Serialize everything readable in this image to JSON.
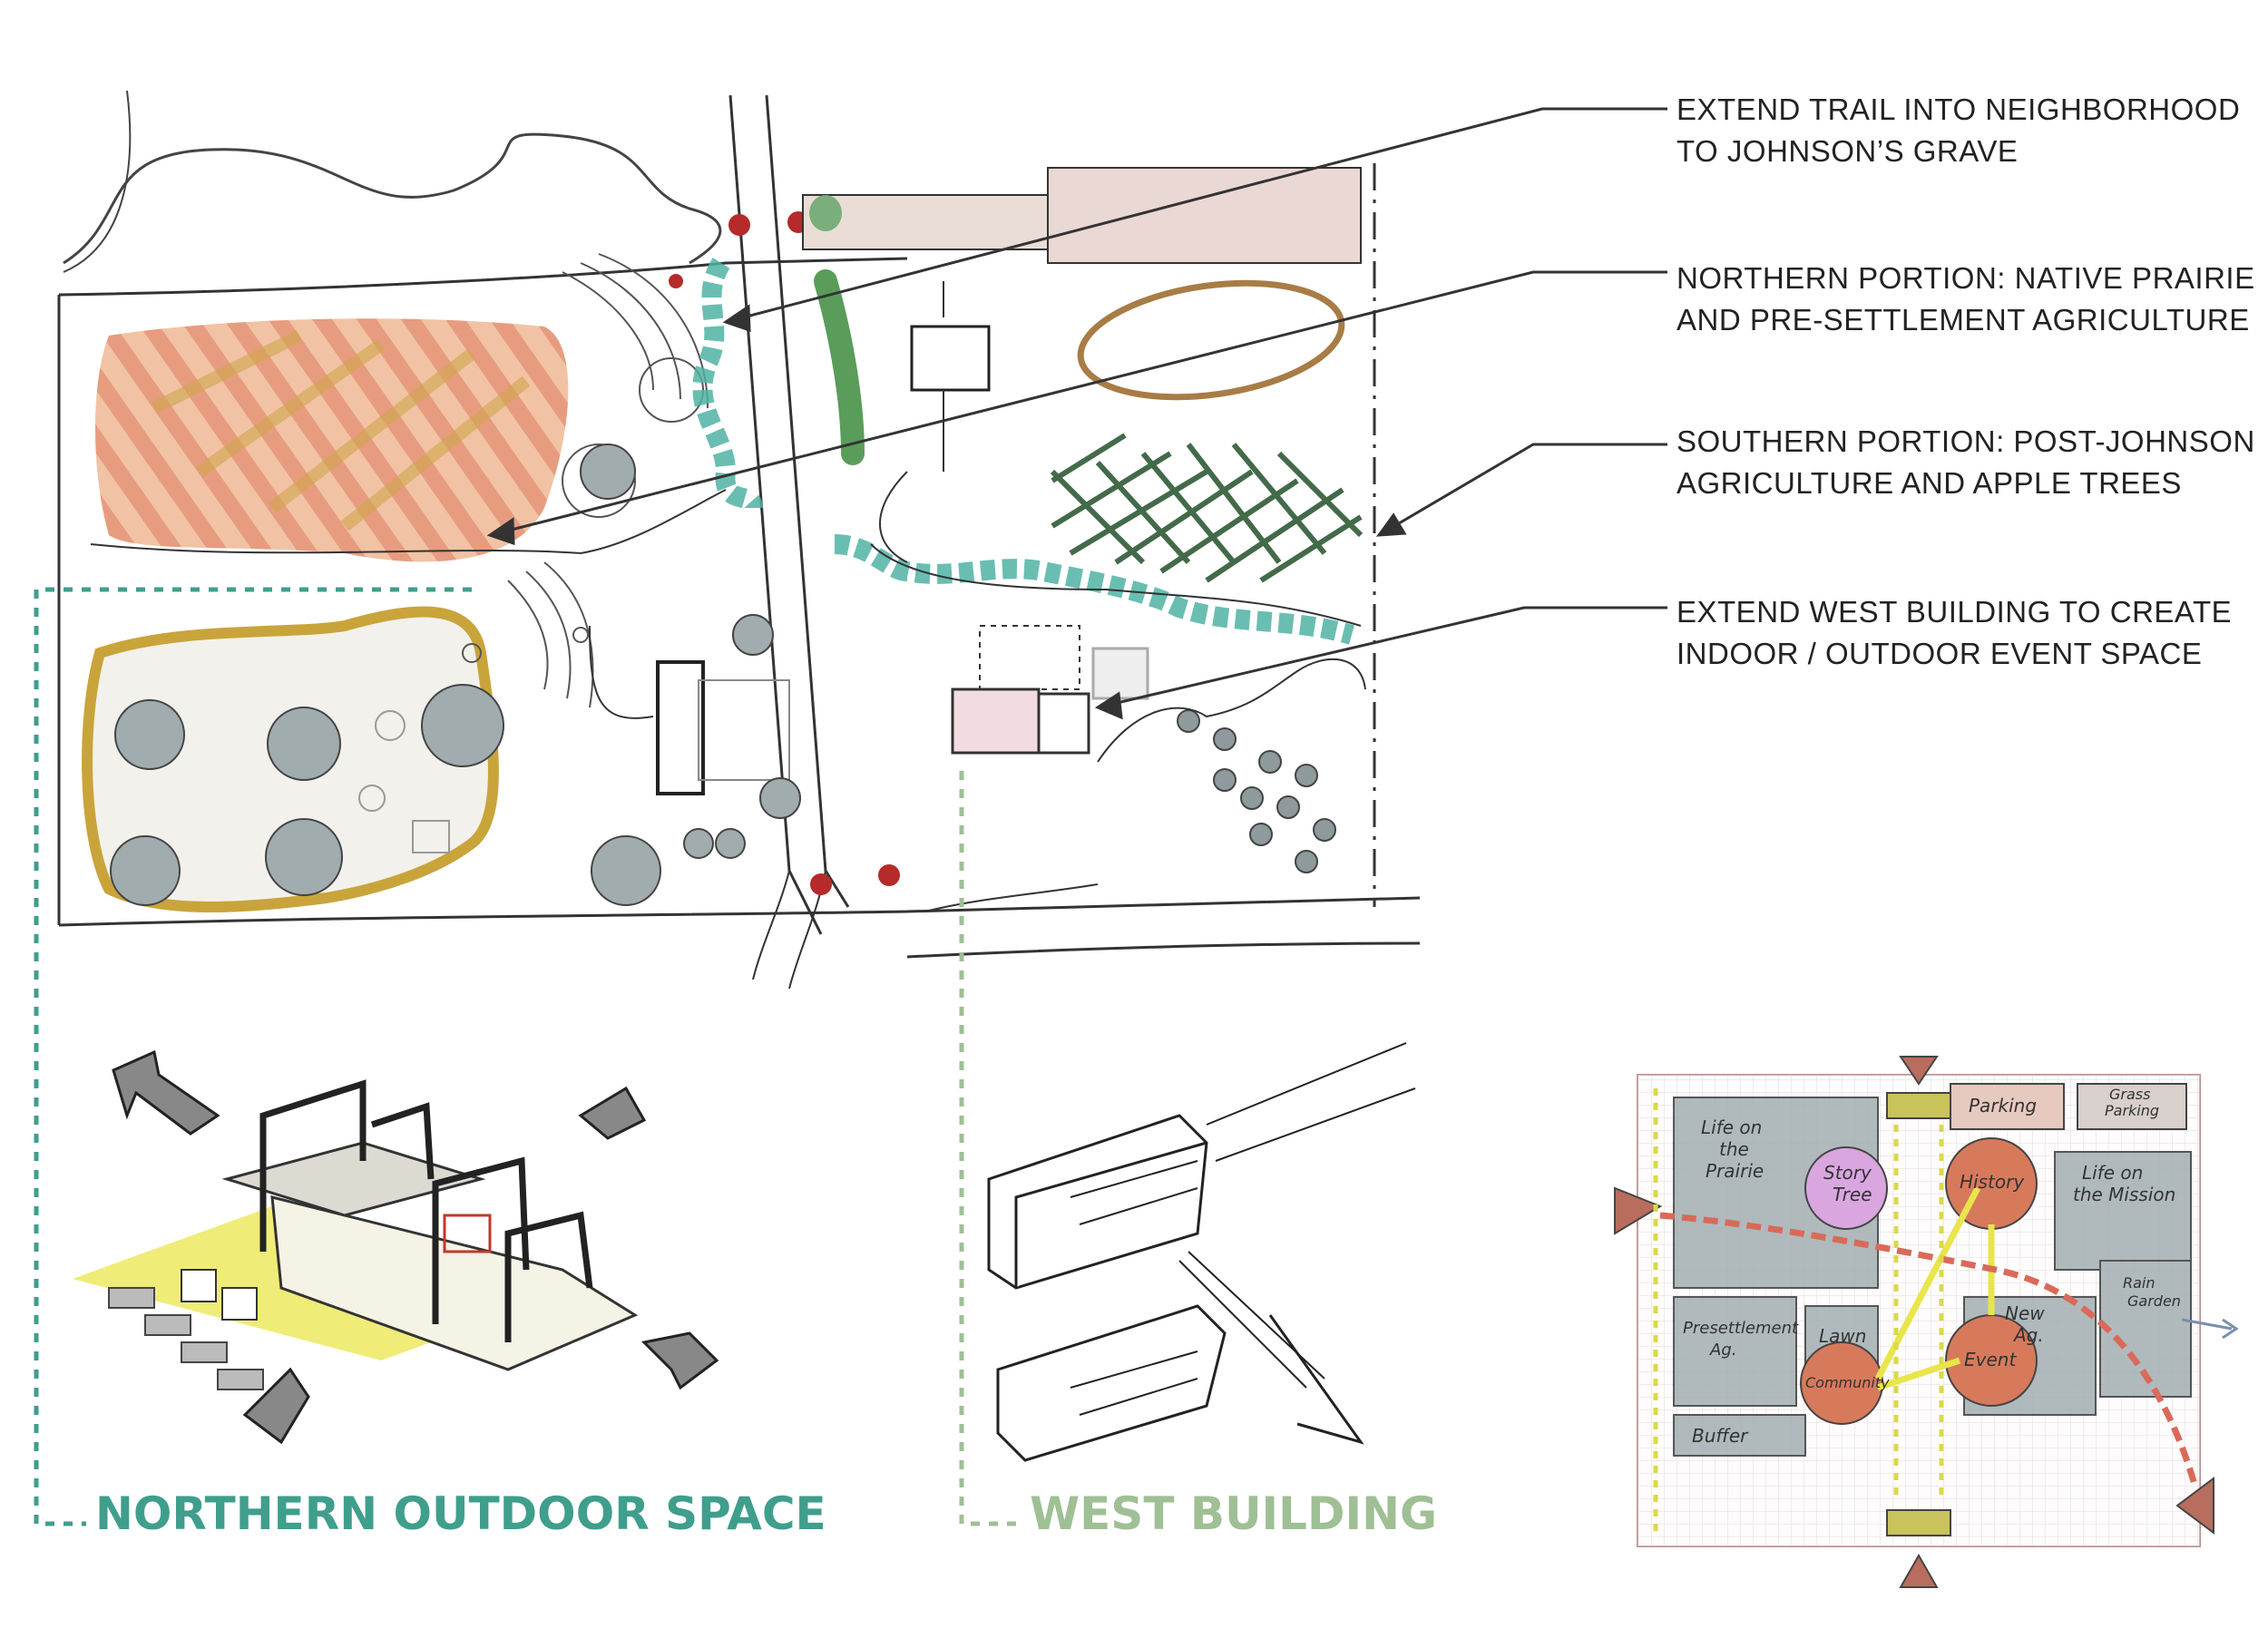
{
  "callouts": [
    {
      "id": "trail",
      "lines": [
        "EXTEND TRAIL INTO NEIGHBORHOOD",
        "TO JOHNSON’S GRAVE"
      ]
    },
    {
      "id": "northern",
      "lines": [
        "NORTHERN PORTION: NATIVE PRAIRIE",
        "AND PRE-SETTLEMENT AGRICULTURE"
      ]
    },
    {
      "id": "southern",
      "lines": [
        "SOUTHERN PORTION: POST-JOHNSON",
        "AGRICULTURE AND APPLE TREES"
      ]
    },
    {
      "id": "west",
      "lines": [
        "EXTEND WEST BUILDING TO CREATE",
        "INDOOR / OUTDOOR EVENT SPACE"
      ]
    }
  ],
  "sections": {
    "northern_outdoor": "NORTHERN OUTDOOR SPACE",
    "west_building": "WEST BUILDING"
  },
  "diagram_labels": {
    "life_prairie": [
      "Life on",
      "the",
      "Prairie"
    ],
    "story_tree": [
      "Story",
      "Tree"
    ],
    "history": "History",
    "life_mission": [
      "Life on",
      "the Mission"
    ],
    "parking": "Parking",
    "grass_parking": [
      "Grass",
      "Parking"
    ],
    "lawn": "Lawn",
    "new_ag": [
      "New",
      "Ag."
    ],
    "presettlement": [
      "Presettlement",
      "Ag."
    ],
    "community": "Community",
    "event": "Event",
    "buffer": "Buffer",
    "rain_garden": [
      "Rain",
      "Garden"
    ]
  },
  "colors": {
    "teal": "#3f9e8c",
    "sage": "#9fbf95",
    "orange_field": "#e8a27a",
    "yellow_ochre": "#c9a43a",
    "apple_green": "#2f5a36",
    "tree_grey": "#9aa5a8",
    "red_flower": "#b52a2a",
    "bright_yellow": "#e9e54a"
  }
}
